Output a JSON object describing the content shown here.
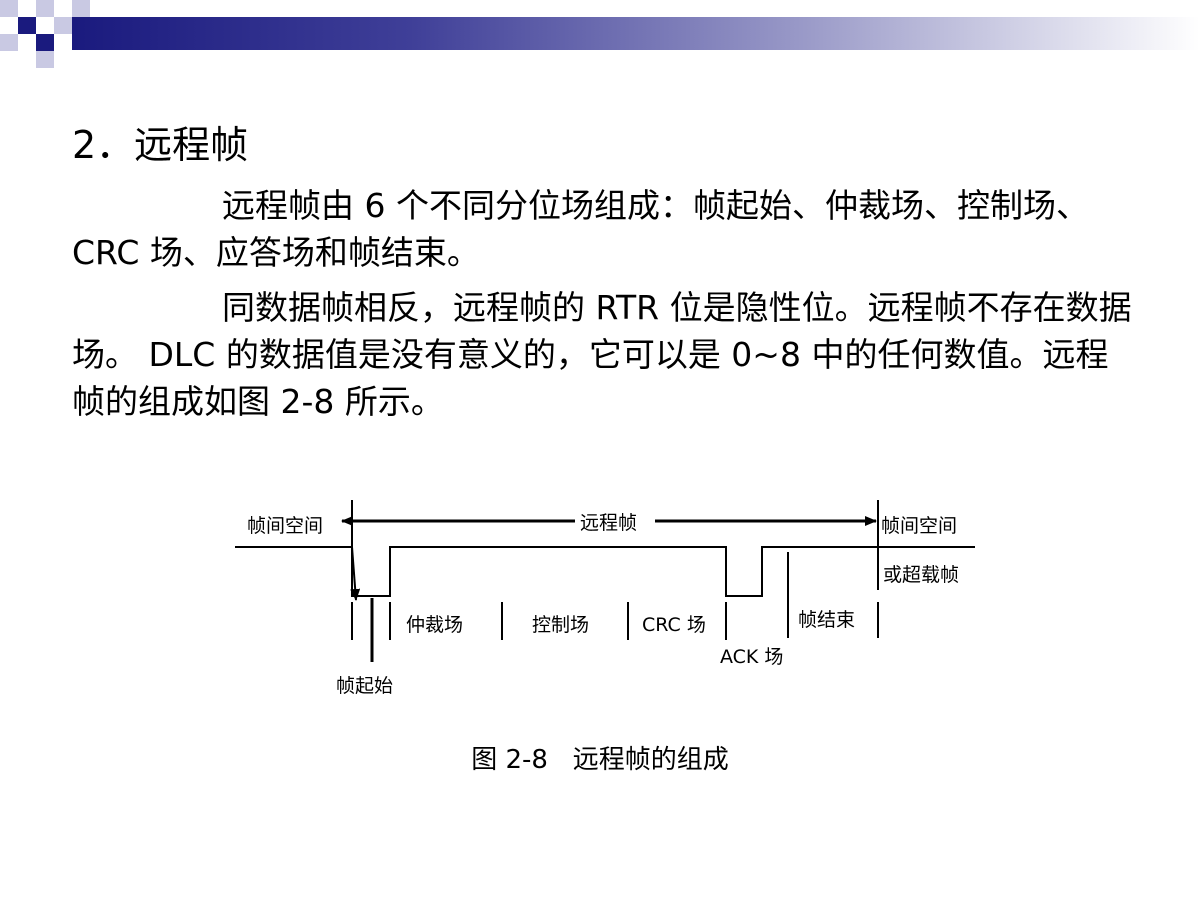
{
  "slide": {
    "title": "2．远程帧",
    "paragraphs": [
      "远程帧由 6 个不同分位场组成：帧起始、仲裁场、控制场、 CRC 场、应答场和帧结束。",
      "同数据帧相反，远程帧的 RTR 位是隐性位。远程帧不存在数据场。 DLC 的数据值是没有意义的，它可以是 0~8 中的任何数值。远程帧的组成如图 2-8 所示。"
    ]
  },
  "diagram": {
    "left_label": "帧间空间",
    "center_label": "远程帧",
    "right_label_1": "帧间空间",
    "right_label_2": "或超载帧",
    "fields": {
      "sof": "帧起始",
      "arbitration": "仲裁场",
      "control": "控制场",
      "crc": "CRC 场",
      "ack": "ACK 场",
      "eof": "帧结束"
    }
  },
  "caption": "图 2-8   远程帧的组成",
  "colors": {
    "header_dark": "#1a1a7e",
    "header_mid": "#9a9ac8",
    "square_light": "#c9c9e3",
    "square_dark": "#1a1a7e"
  }
}
